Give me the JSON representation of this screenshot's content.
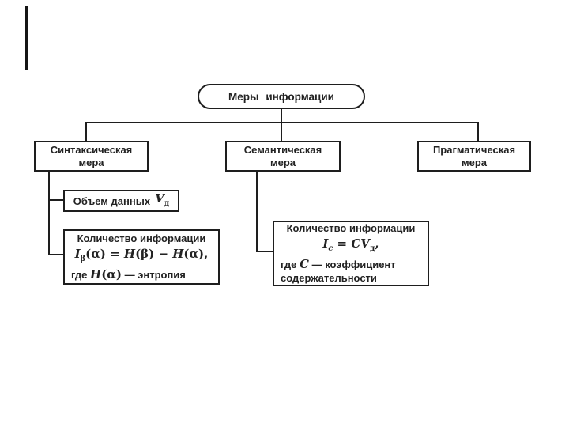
{
  "diagram": {
    "root_label": "Меры информации",
    "branches": [
      {
        "line1": "Синтаксическая",
        "line2": "мера"
      },
      {
        "line1": "Семантическая",
        "line2": "мера"
      },
      {
        "line1": "Прагматическая",
        "line2": "мера"
      }
    ],
    "syntactic": {
      "volume": {
        "label": "Объем данных",
        "var": "V",
        "var_sub": "д"
      },
      "info": {
        "title": "Количество информации",
        "formula": {
          "I": "I",
          "Isub": "β",
          "mid1": "(α) = ",
          "H1": "H",
          "mid2": "(β) − ",
          "H2": "H",
          "end": "(α),"
        },
        "note": {
          "pre": "где ",
          "H": "H",
          "arg": "(α)",
          "post": " — энтропия"
        }
      }
    },
    "semantic": {
      "info": {
        "title": "Количество информации",
        "formula": {
          "I": "I",
          "Isub": "c",
          "eq": " = ",
          "C": "C",
          "V": "V",
          "Vsub": "д",
          "comma": ","
        },
        "note1": {
          "pre": "где ",
          "C": "C",
          "post": " — коэффициент"
        },
        "note2": "содержательности"
      }
    }
  },
  "colors": {
    "ink": "#1e1e1e",
    "background": "#ffffff"
  }
}
